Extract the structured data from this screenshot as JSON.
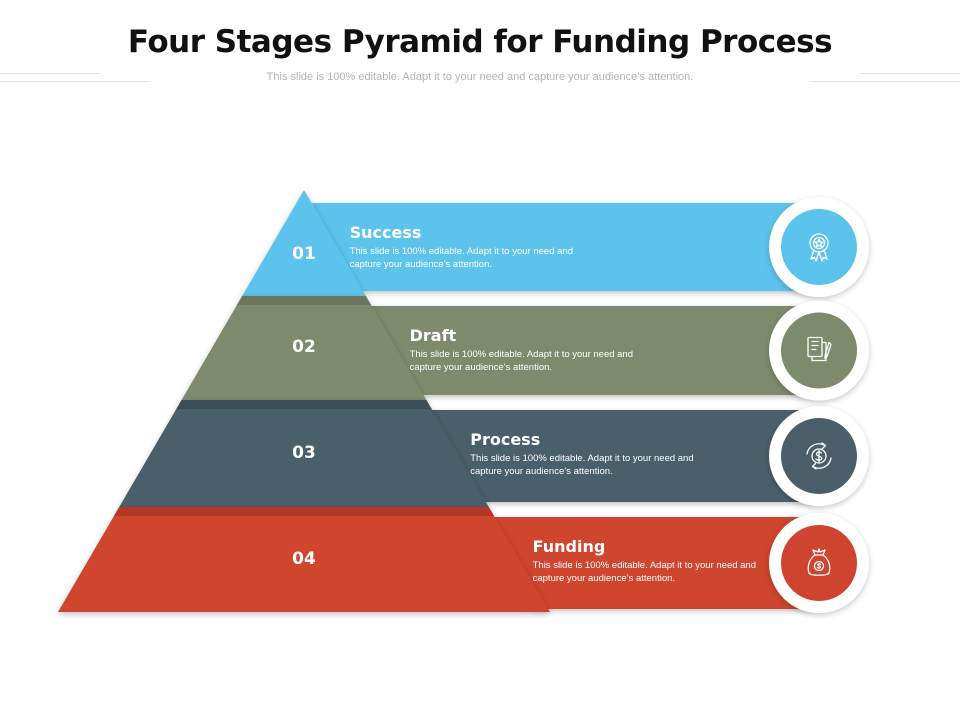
{
  "title": "Four Stages Pyramid for Funding Process",
  "subtitle": "This slide is 100% editable. Adapt it to your need and capture your audience’s attention.",
  "stages": [
    {
      "number": "01",
      "heading": "Success",
      "description": "This slide is 100% editable. Adapt it to your need and capture your audience’s attention.",
      "icon": "award-ribbon-icon",
      "color": "#5bc3ec",
      "dark": "#49a9d0"
    },
    {
      "number": "02",
      "heading": "Draft",
      "description": "This slide is 100% editable. Adapt it to your need and capture your audience’s attention.",
      "icon": "documents-pen-icon",
      "color": "#7d8a6c",
      "dark": "#6b775c"
    },
    {
      "number": "03",
      "heading": "Process",
      "description": "This slide is 100% editable. Adapt it to your need and capture your audience’s attention.",
      "icon": "dollar-cycle-icon",
      "color": "#4a5e69",
      "dark": "#3c4e58"
    },
    {
      "number": "04",
      "heading": "Funding",
      "description": "This slide is 100% editable. Adapt it to your need and capture your audience’s attention.",
      "icon": "money-bag-icon",
      "color": "#cf442f",
      "dark": "#b53826"
    }
  ]
}
